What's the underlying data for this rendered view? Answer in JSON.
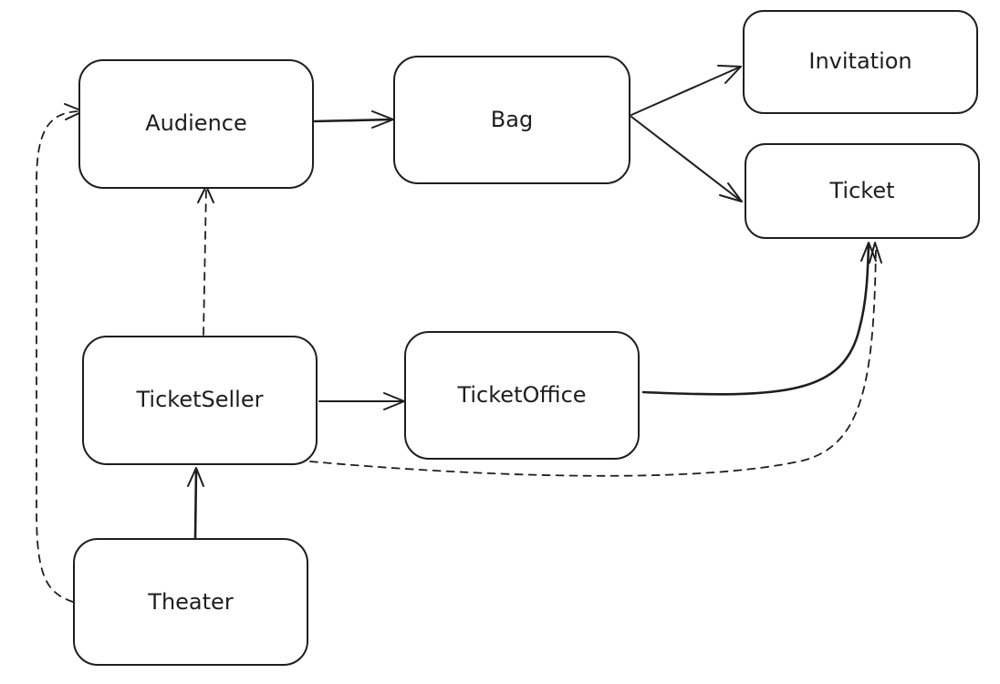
{
  "diagram": {
    "stroke_color": "#1e1e1e",
    "background_color": "#ffffff",
    "nodes": {
      "audience": "Audience",
      "bag": "Bag",
      "invitation": "Invitation",
      "ticket": "Ticket",
      "ticket_seller": "TicketSeller",
      "ticket_office": "TicketOffice",
      "theater": "Theater"
    },
    "edges": [
      {
        "from": "Audience",
        "to": "Bag",
        "style": "solid"
      },
      {
        "from": "Bag",
        "to": "Invitation",
        "style": "solid"
      },
      {
        "from": "Bag",
        "to": "Ticket",
        "style": "solid"
      },
      {
        "from": "TicketSeller",
        "to": "Audience",
        "style": "dashed"
      },
      {
        "from": "TicketSeller",
        "to": "TicketOffice",
        "style": "solid"
      },
      {
        "from": "TicketOffice",
        "to": "Ticket",
        "style": "solid"
      },
      {
        "from": "TicketSeller",
        "to": "Ticket",
        "style": "dashed"
      },
      {
        "from": "Theater",
        "to": "TicketSeller",
        "style": "solid"
      },
      {
        "from": "Theater",
        "to": "Audience",
        "style": "dashed"
      }
    ]
  }
}
